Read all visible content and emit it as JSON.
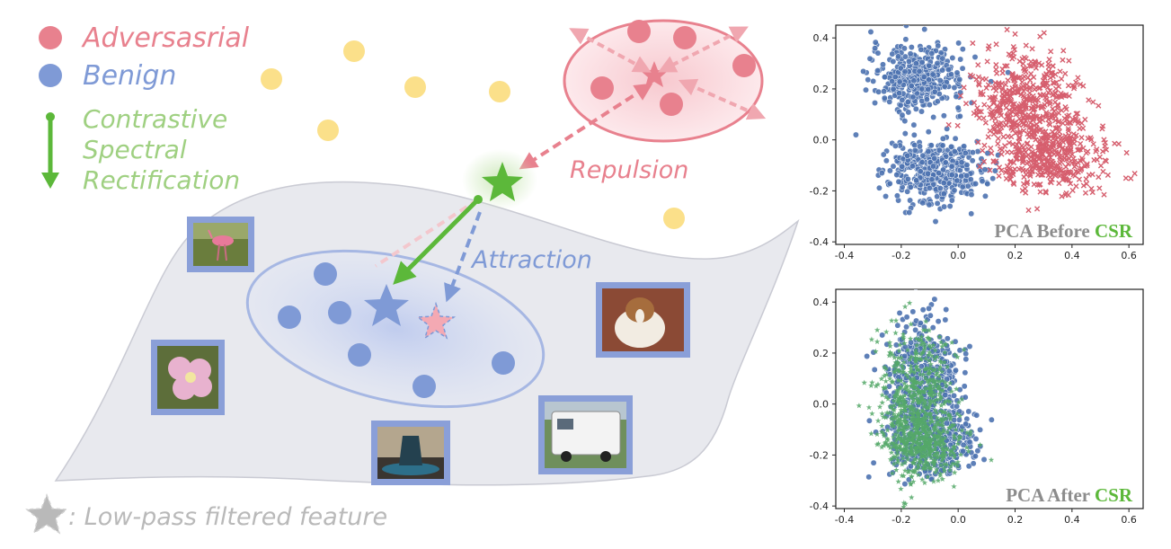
{
  "legend": {
    "adversarial": "Adversasrial",
    "benign": "Benign",
    "csr_line1": "Contrastive",
    "csr_line2": "Spectral",
    "csr_line3": "Rectification"
  },
  "labels": {
    "repulsion": "Repulsion",
    "attraction": "Attraction",
    "lowpass_note": ": Low-pass filtered feature"
  },
  "colors": {
    "adversarial": "#e8818e",
    "benign": "#7f9ad6",
    "csr": "#5cb83a",
    "yellow": "#fbe08a",
    "manifold": "#e8e9ee"
  },
  "images": [
    "bird-photo",
    "flower-photo",
    "pitcher-photo",
    "dog-photo",
    "camper-photo"
  ],
  "chart_data": [
    {
      "type": "scatter",
      "title": "PCA Before CSR",
      "xticks": [
        -0.4,
        -0.2,
        0.0,
        0.2,
        0.4,
        0.6
      ],
      "yticks": [
        -0.4,
        -0.2,
        0.0,
        0.2,
        0.4
      ],
      "xlim": [
        -0.43,
        0.65
      ],
      "ylim": [
        -0.41,
        0.45
      ],
      "series": [
        {
          "color": "#4c72b0",
          "marker": "circle",
          "clusters": [
            [
              -0.14,
              0.24,
              0.09,
              0.07
            ],
            [
              -0.08,
              -0.12,
              0.09,
              0.07
            ]
          ]
        },
        {
          "color": "#dd8452",
          "marker": "x",
          "clusters": [
            [
              0.23,
              0.16,
              0.1,
              0.1
            ],
            [
              0.33,
              -0.06,
              0.11,
              0.08
            ]
          ]
        }
      ]
    },
    {
      "type": "scatter",
      "title": "PCA After CSR",
      "xticks": [
        -0.4,
        -0.2,
        0.0,
        0.2,
        0.4,
        0.6
      ],
      "yticks": [
        -0.4,
        -0.2,
        0.0,
        0.2,
        0.4
      ],
      "xlim": [
        -0.43,
        0.65
      ],
      "ylim": [
        -0.41,
        0.45
      ],
      "series": [
        {
          "color": "#4c72b0",
          "marker": "circle",
          "clusters": [
            [
              -0.12,
              0.1,
              0.07,
              0.12
            ],
            [
              -0.1,
              -0.15,
              0.08,
              0.08
            ]
          ]
        },
        {
          "color": "#55a868",
          "marker": "star",
          "clusters": [
            [
              -0.15,
              0.05,
              0.07,
              0.13
            ],
            [
              -0.13,
              -0.15,
              0.08,
              0.08
            ]
          ]
        }
      ]
    }
  ]
}
